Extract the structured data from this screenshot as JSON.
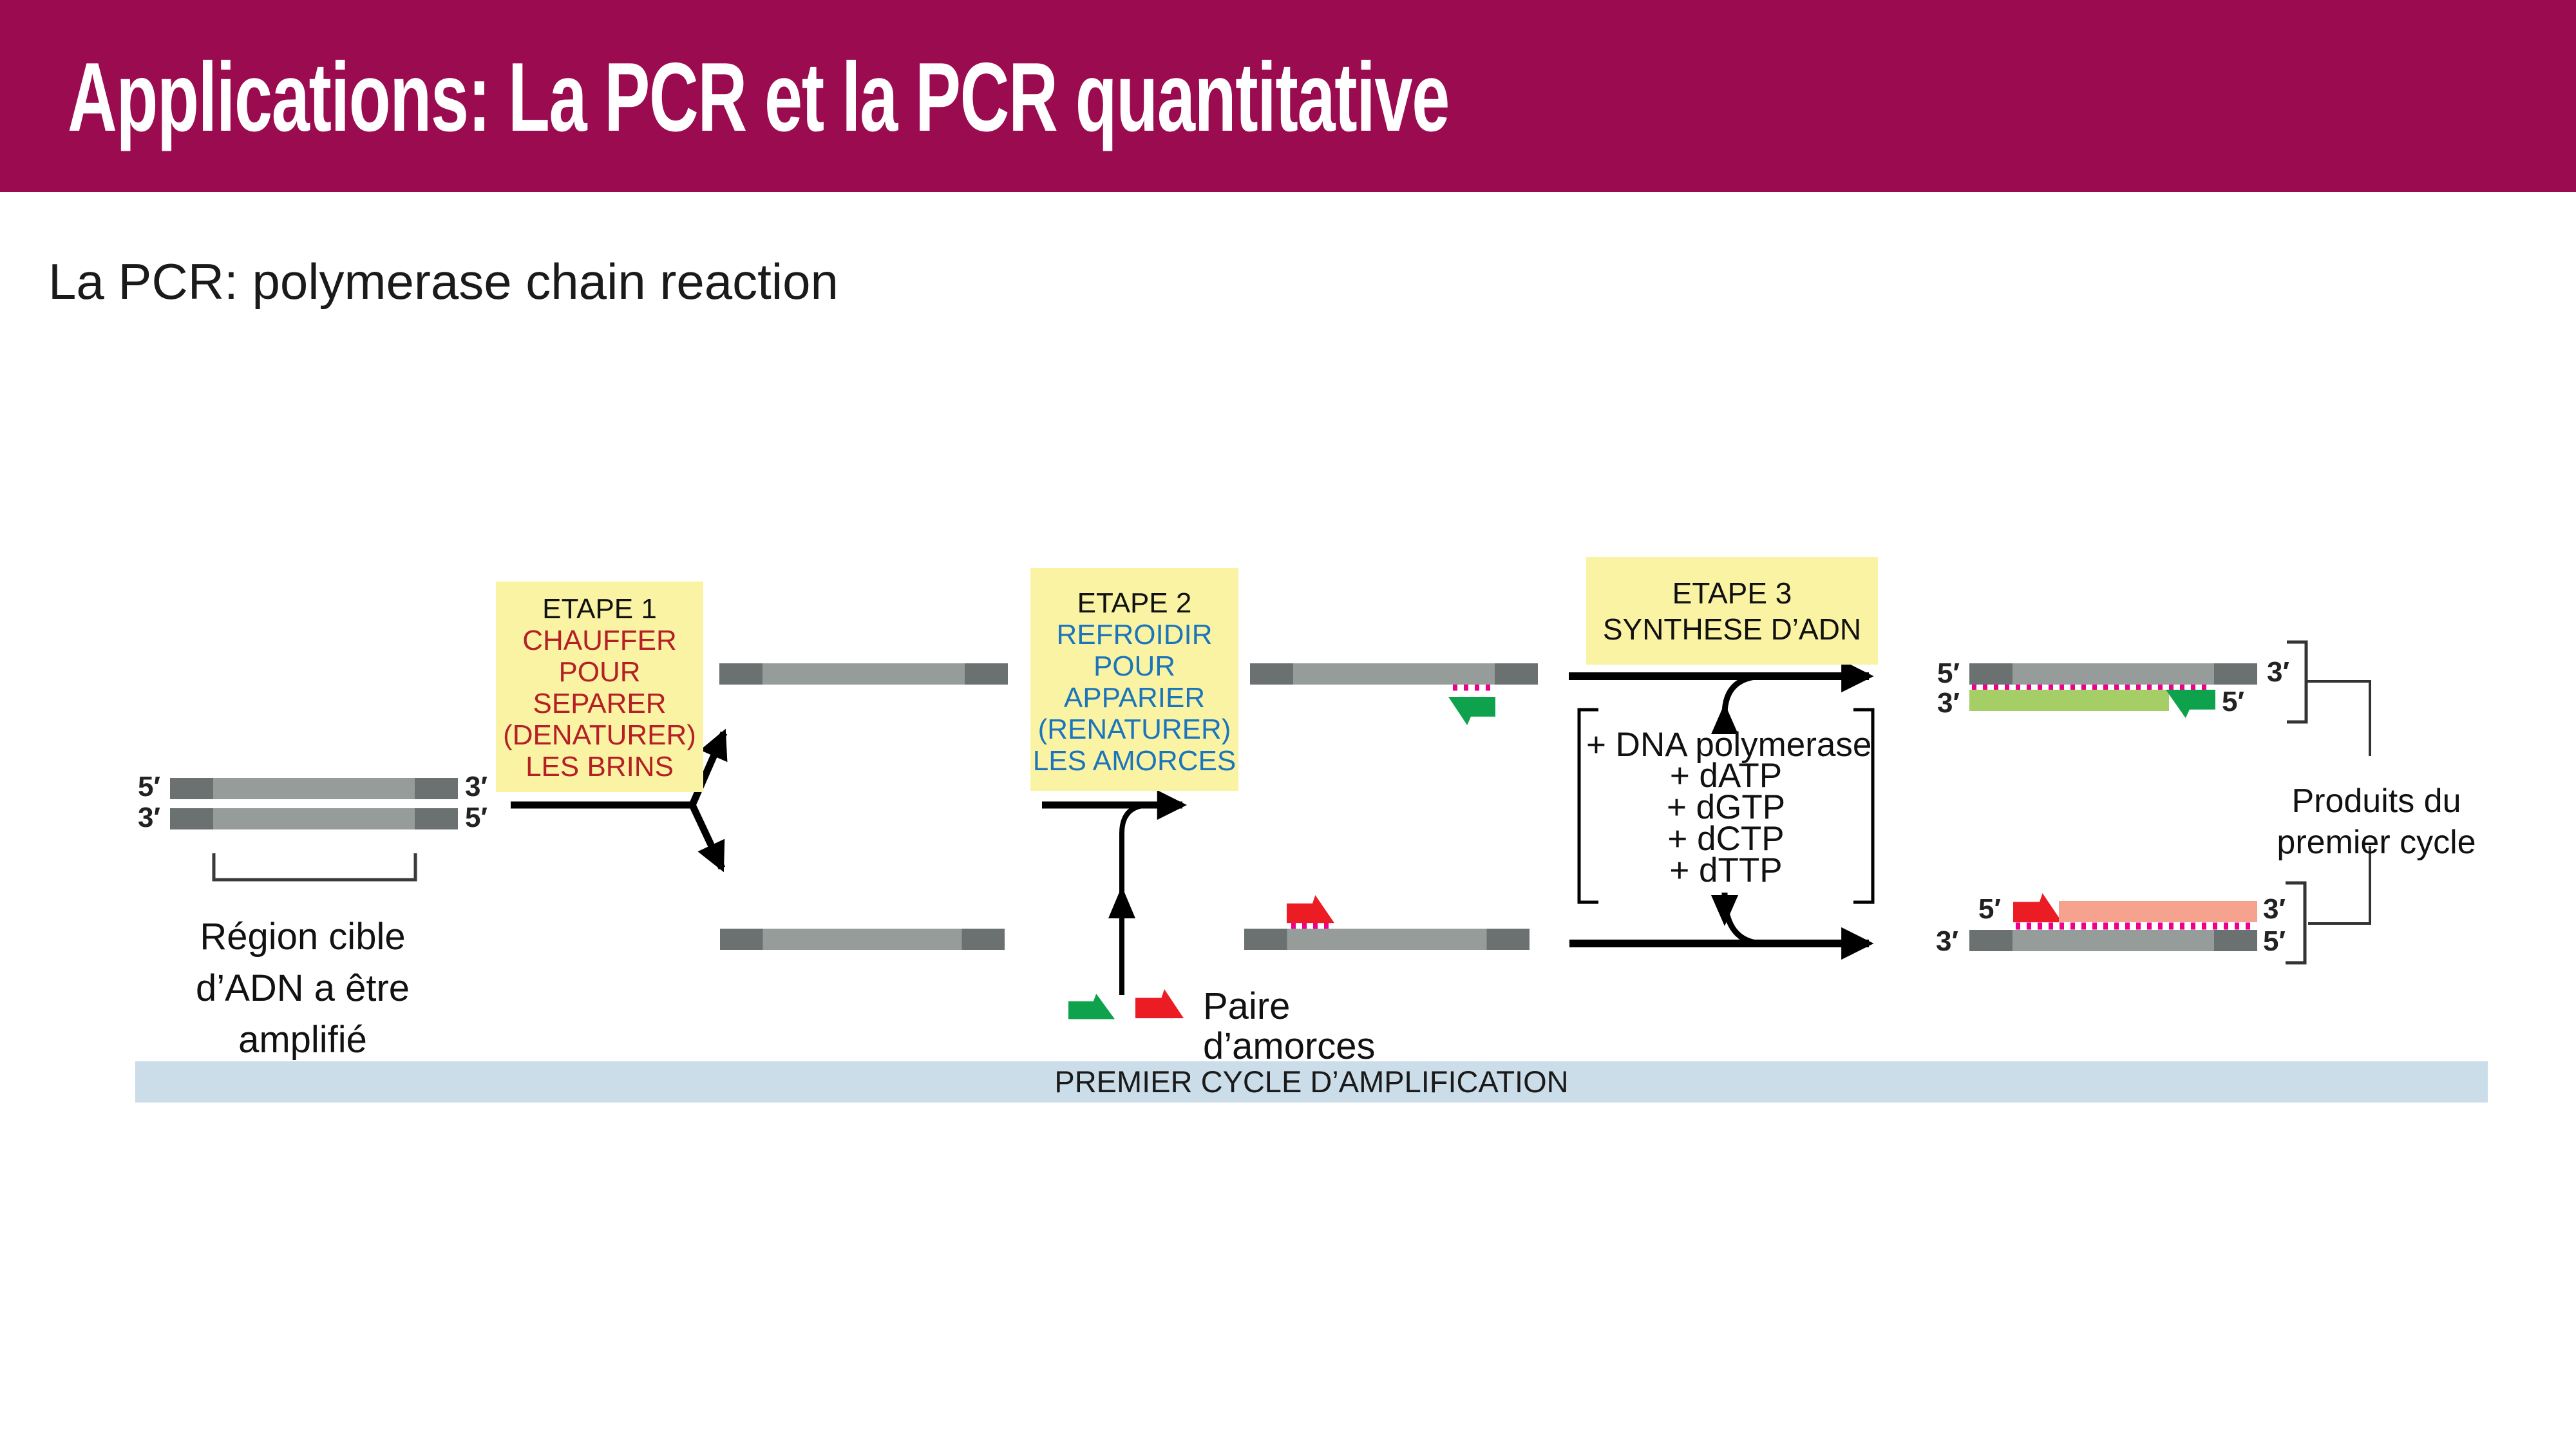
{
  "header": {
    "title": "Applications: La PCR et la PCR quantitative"
  },
  "subtitle": "La PCR: polymerase chain reaction",
  "colors": {
    "header_bg": "#9B0B50",
    "step_box_bg": "#FAF3A3",
    "step1_text_red": "#B42025",
    "step2_text_blue": "#1B75BC",
    "strand_dark_gray": "#6B7170",
    "strand_light_gray": "#969C99",
    "primer_green": "#0FA24D",
    "primer_red": "#EC1C24",
    "new_strand_green": "#A6CE67",
    "new_strand_salmon": "#F5A38E",
    "tick_magenta": "#EC008C",
    "footer_bar_bg": "#CBDDE9"
  },
  "target_dna": {
    "label_top_left": "5′",
    "label_bottom_left": "3′",
    "label_top_right": "3′",
    "label_bottom_right": "5′",
    "caption_line1": "Région cible",
    "caption_line2": "d’ADN a être",
    "caption_line3": "amplifié"
  },
  "step1": {
    "title": "ETAPE 1",
    "lines": [
      "CHAUFFER",
      "POUR",
      "SEPARER",
      "(DENATURER)",
      "LES BRINS"
    ]
  },
  "step2": {
    "title": "ETAPE 2",
    "lines": [
      "REFROIDIR",
      "POUR",
      "APPARIER",
      "(RENATURER)",
      "LES AMORCES"
    ]
  },
  "step3": {
    "title": "ETAPE 3",
    "subtitle": "SYNTHESE D’ADN"
  },
  "reagents": {
    "line1": "+ DNA polymerase",
    "items": [
      "+ dATP",
      "+ dGTP",
      "+ dCTP",
      "+ dTTP"
    ]
  },
  "primer_pair": {
    "caption_line1": "Paire",
    "caption_line2": "d’amorces"
  },
  "products": {
    "caption_line1": "Produits du",
    "caption_line2": "premier cycle",
    "top": {
      "label_top_left": "5′",
      "label_bottom_left": "3′",
      "label_top_right": "3′",
      "label_bottom_right": "5′"
    },
    "bottom": {
      "label_top_left": "5′",
      "label_bottom_left": "3′",
      "label_top_right": "3′",
      "label_bottom_right": "5′"
    }
  },
  "footer": {
    "label": "PREMIER CYCLE D’AMPLIFICATION"
  }
}
